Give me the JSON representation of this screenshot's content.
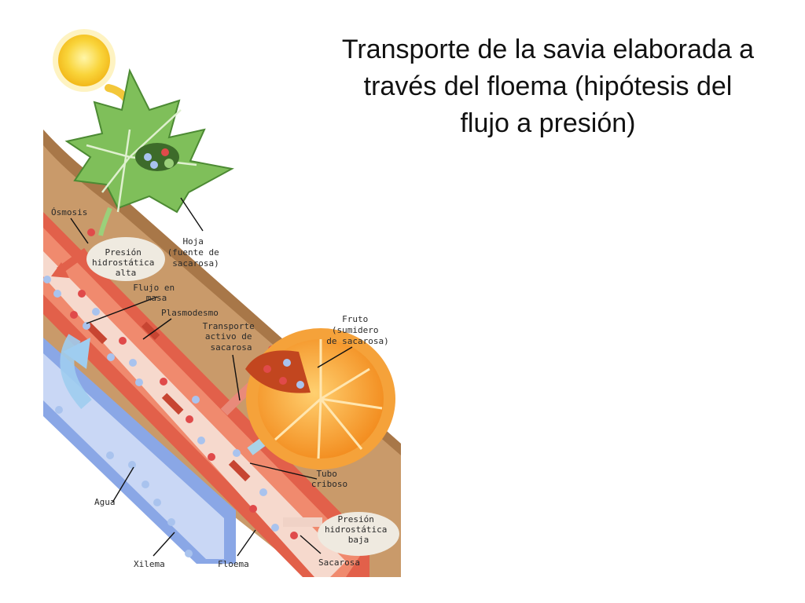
{
  "title": {
    "line1": "Transporte de la savia elaborada a",
    "line2": "través del floema (hipótesis del",
    "line3": "flujo a presión)"
  },
  "labels": {
    "osmosis": "Ósmosis",
    "presion_alta": [
      "Presión",
      "hidrostática",
      "alta"
    ],
    "flujo_masa": [
      "Flujo en",
      "masa"
    ],
    "hoja": [
      "Hoja",
      "(fuente de",
      "sacarosa)"
    ],
    "plasmodesmo": "Plasmodesmo",
    "transporte": [
      "Transporte",
      "activo de",
      "sacarosa"
    ],
    "fruto": [
      "Fruto",
      "(sumidero",
      "de sacarosa)"
    ],
    "tubo": [
      "Tubo",
      "criboso"
    ],
    "agua": "Agua",
    "presion_baja": [
      "Presión",
      "hidrostática",
      "baja"
    ],
    "xilema": "Xilema",
    "floema": "Floema",
    "sacarosa": "Sacarosa"
  },
  "colors": {
    "bark": "#c99a6a",
    "phloem": "#e2604a",
    "xylem": "#6f8fd6",
    "leaf": "#7fbf5a",
    "orange": "#f39a2a",
    "sun": "#f7c21a"
  }
}
